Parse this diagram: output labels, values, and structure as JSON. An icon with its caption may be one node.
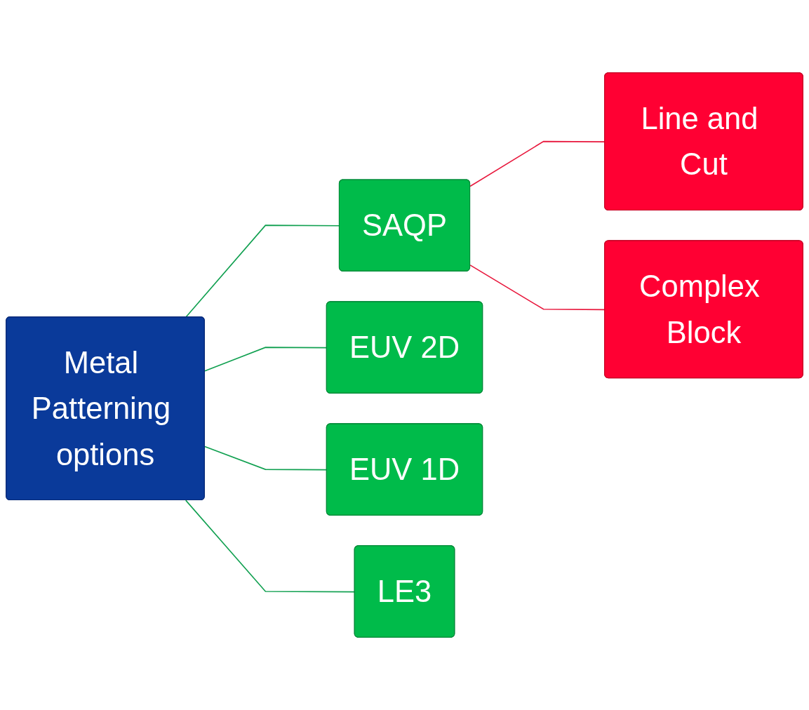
{
  "diagram": {
    "nodes": [
      {
        "text": [
          "Metal Patterning options"
        ]
      },
      {
        "text": [
          "SAQP"
        ]
      },
      {
        "text": [
          "EUV 2D"
        ]
      },
      {
        "text": [
          "EUV 1D"
        ]
      },
      {
        "text": [
          "LE3"
        ]
      },
      {
        "text": [
          "Line and Cut"
        ]
      },
      {
        "text": [
          "Complex Block"
        ]
      }
    ],
    "edges": [
      {
        "from": 0,
        "to": 1,
        "arrow": "none"
      },
      {
        "from": 0,
        "to": 2,
        "arrow": "none"
      },
      {
        "from": 0,
        "to": 3,
        "arrow": "none"
      },
      {
        "from": 0,
        "to": 4,
        "arrow": "none"
      },
      {
        "from": 1,
        "to": 5,
        "arrow": "none",
        "color": "#e8173c"
      },
      {
        "from": 1,
        "to": 6,
        "arrow": "none",
        "color": "#e8173c"
      }
    ]
  }
}
